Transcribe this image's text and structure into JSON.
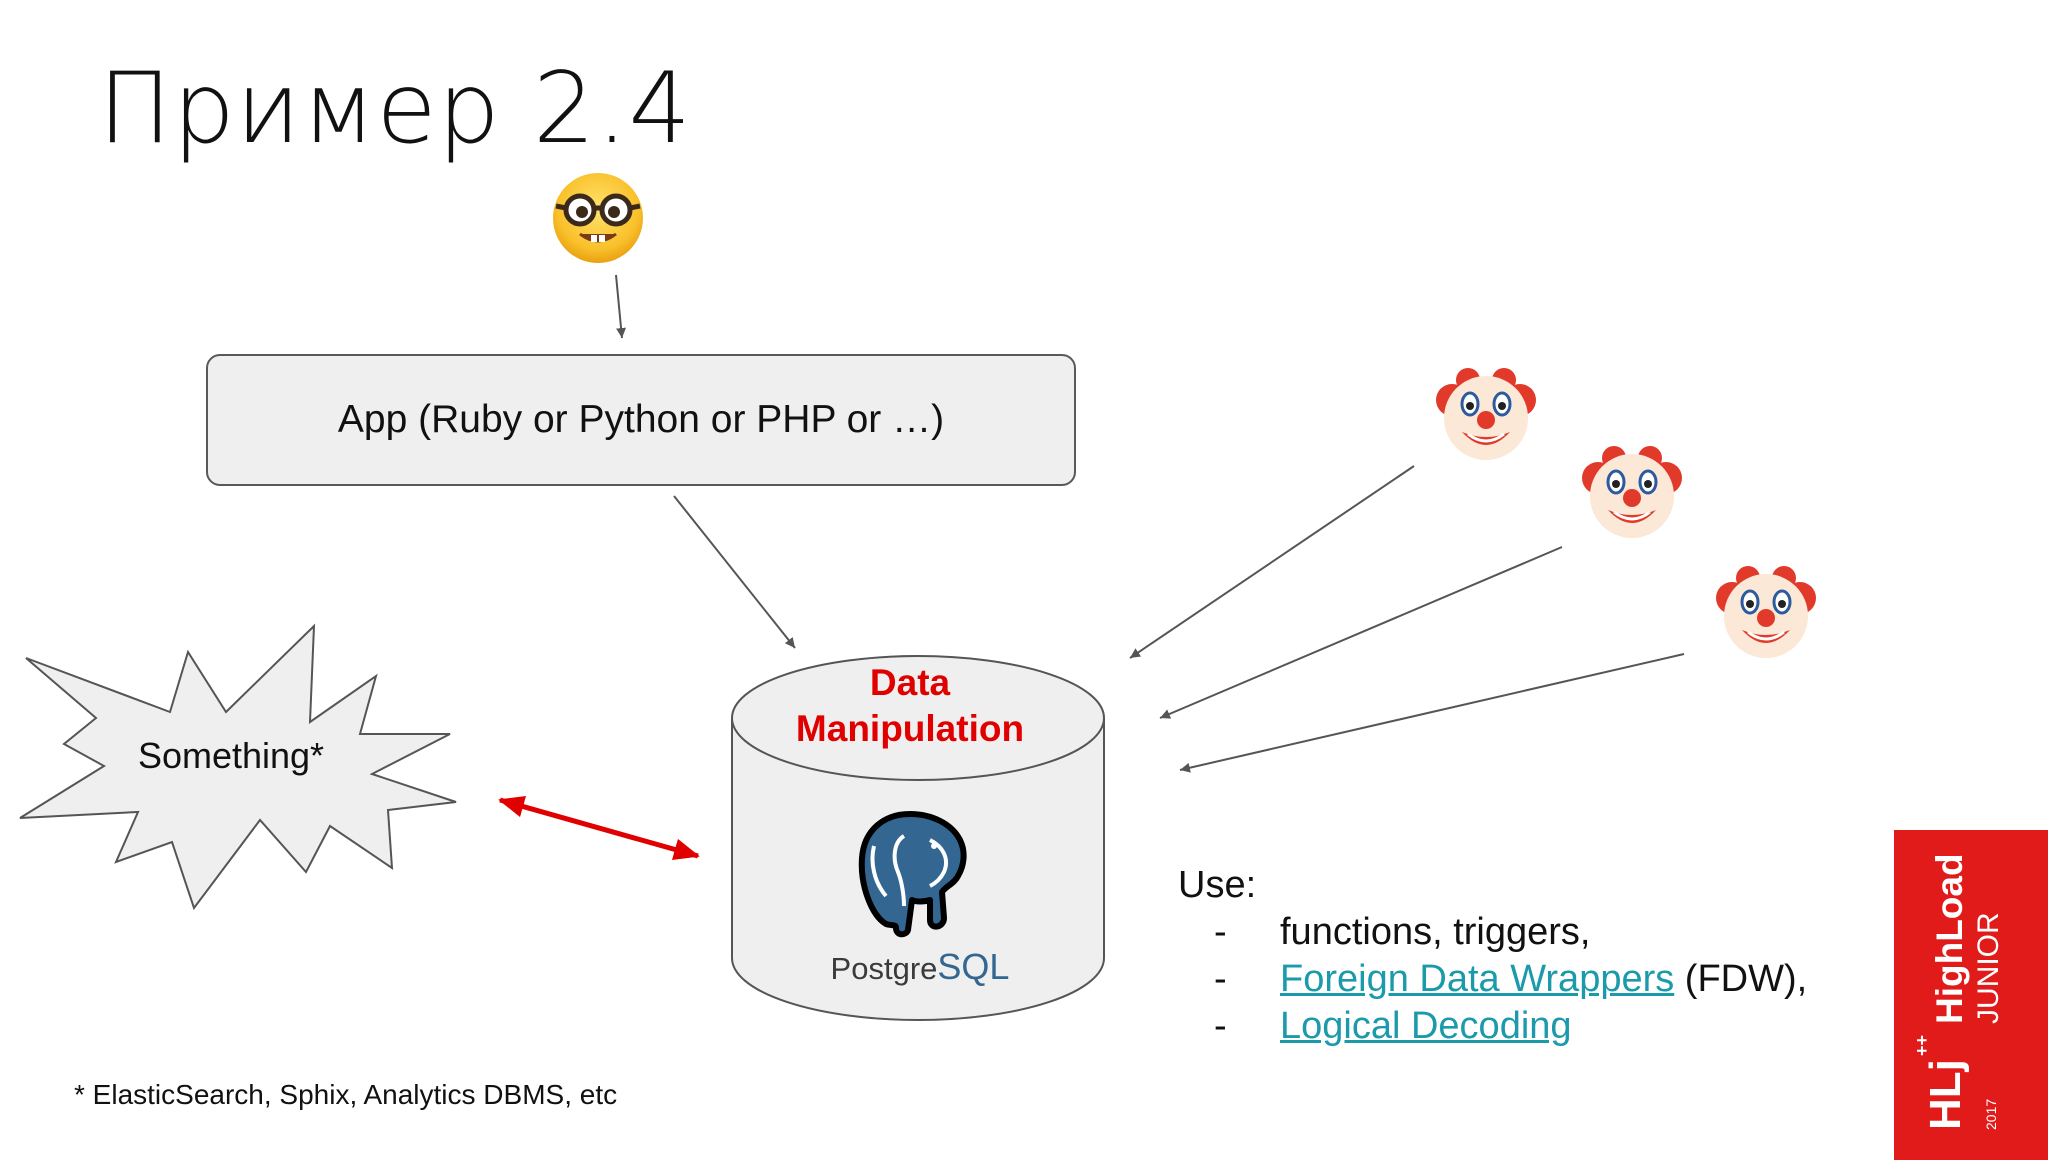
{
  "title": "Пример 2.4",
  "app_box": {
    "label": "App (Ruby or Python or PHP or …)"
  },
  "something": {
    "label": "Something*"
  },
  "database": {
    "title_line1": "Data",
    "title_line2": "Manipulation",
    "logo_text_prefix": "Postgre",
    "logo_text_suffix": "SQL"
  },
  "use_list": {
    "label": "Use:",
    "items": [
      {
        "dash": "-",
        "text": "functions, triggers,",
        "link": "",
        "suffix": ""
      },
      {
        "dash": "-",
        "text": "",
        "link": "Foreign Data Wrappers",
        "suffix": " (FDW),"
      },
      {
        "dash": "-",
        "text": "",
        "link": "Logical Decoding",
        "suffix": ""
      }
    ]
  },
  "footnote": "* ElasticSearch, Sphix, Analytics DBMS, etc",
  "badge": {
    "brand": "HighLoad",
    "sub": "JUNIOR",
    "mark": "HLj",
    "year": "2017",
    "plus": "++"
  },
  "icons": {
    "developer": "nerd-face-icon",
    "users": [
      "clown-face-icon",
      "clown-face-icon",
      "clown-face-icon"
    ]
  },
  "colors": {
    "accent_red": "#e00000",
    "link": "#1a9aaa",
    "postgres_blue": "#336791",
    "badge_red": "#e11a1a"
  }
}
